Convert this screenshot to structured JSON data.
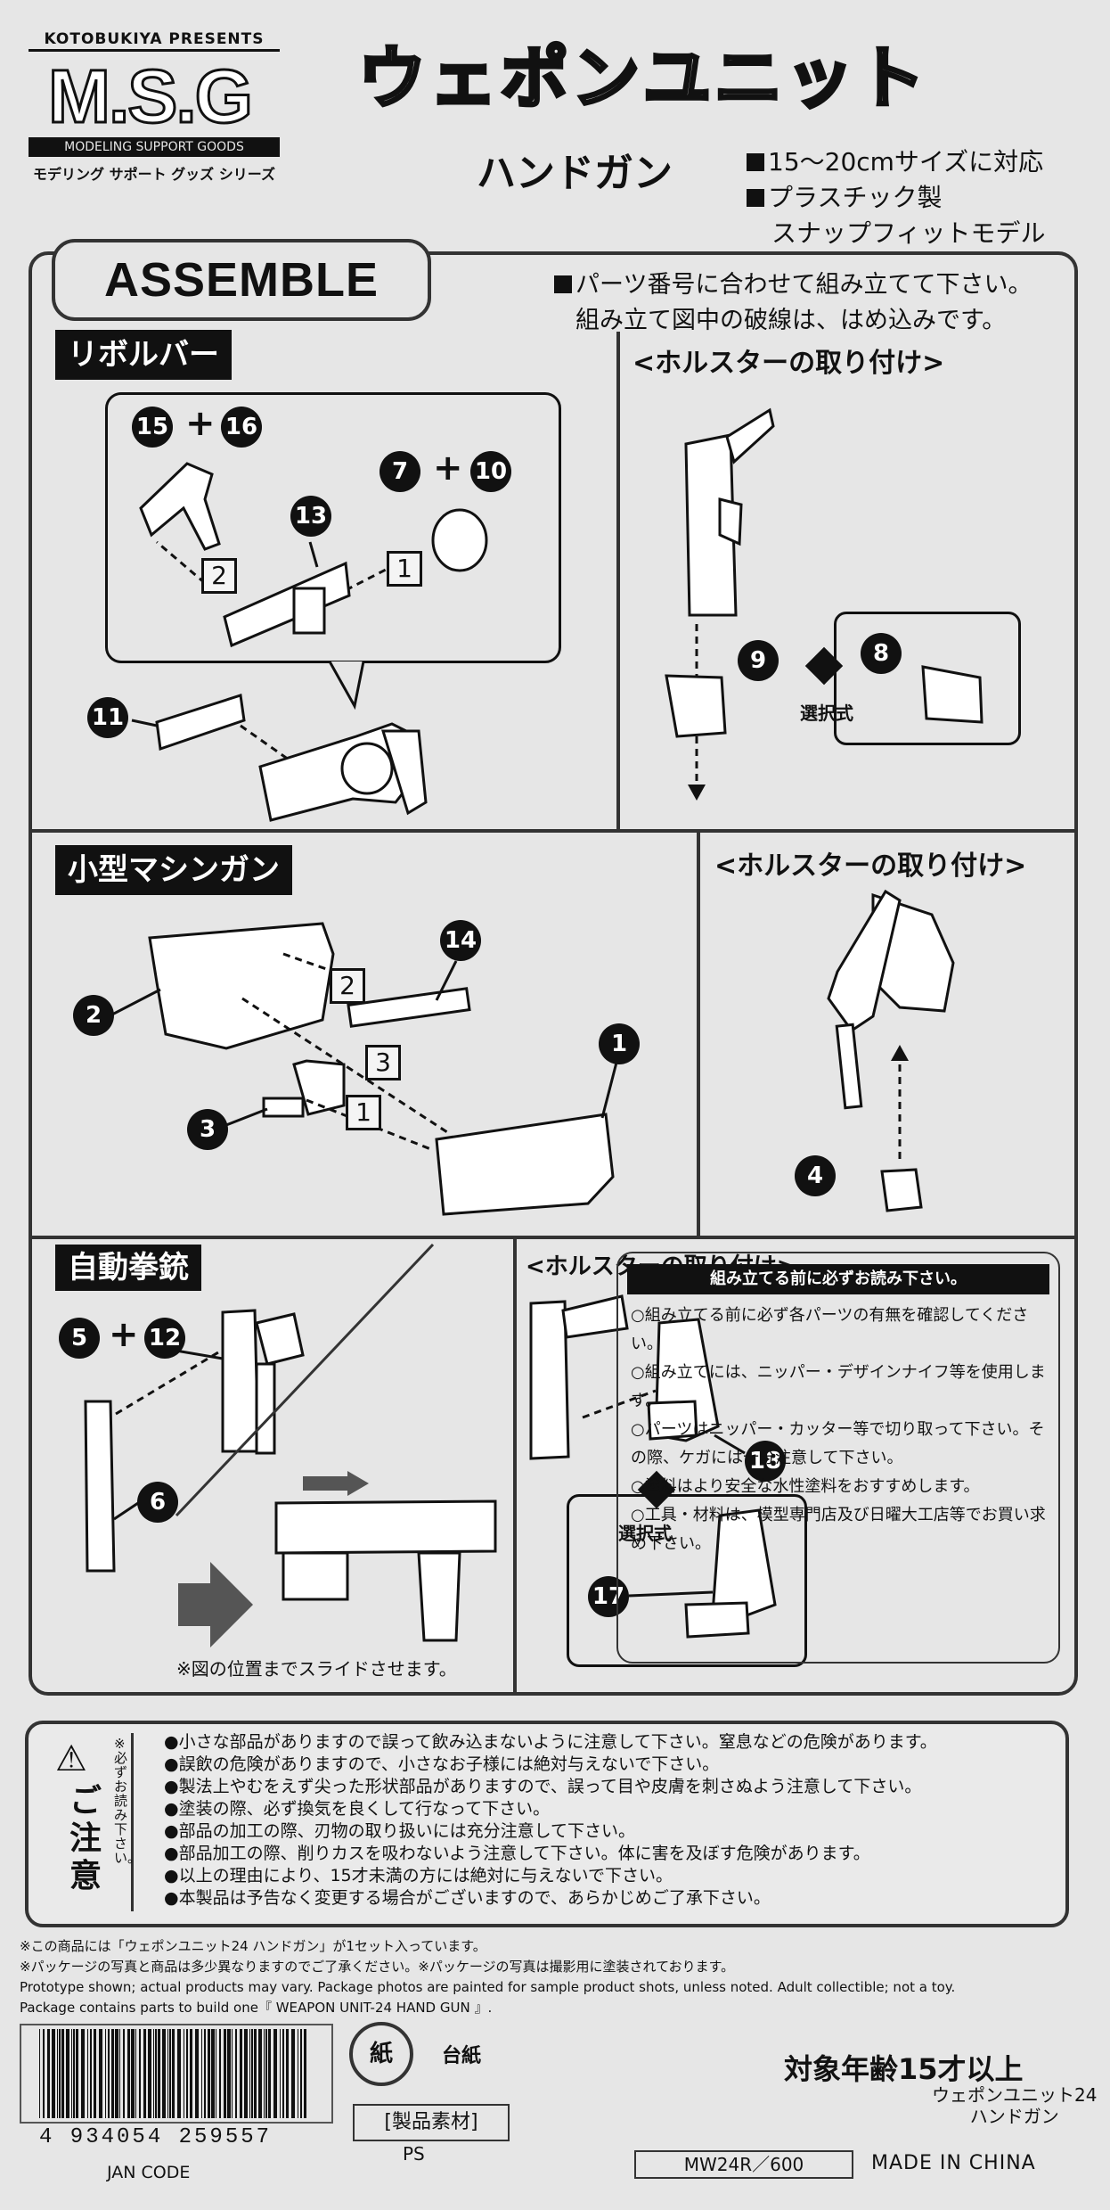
{
  "brand": {
    "presents": "KOTOBUKIYA PRESENTS",
    "logo": "M.S.G",
    "subtitle": "MODELING SUPPORT GOODS",
    "series_jp": "モデリング サポート グッズ シリーズ"
  },
  "product": {
    "title": "ウェポンユニット",
    "subtitle": "ハンドガン",
    "specs": [
      "15～20cmサイズに対応",
      "プラスチック製",
      "スナップフィットモデル"
    ]
  },
  "assemble": {
    "heading": "ASSEMBLE",
    "note_line1": "パーツ番号に合わせて組み立てて下さい。",
    "note_line2": "組み立て図中の破線は、はめ込みです。"
  },
  "sections": {
    "revolver": "リボルバー",
    "smg": "小型マシンガン",
    "auto_pistol": "自動拳銃",
    "holster": "<ホルスターの取り付け>",
    "select": "選択式"
  },
  "callouts": {
    "revolver": [
      "15",
      "16",
      "13",
      "7",
      "10",
      "11",
      "9",
      "8"
    ],
    "smg": [
      "2",
      "14",
      "1",
      "3",
      "4"
    ],
    "pistol": [
      "5",
      "12",
      "6",
      "18",
      "17"
    ],
    "steps": [
      "1",
      "2",
      "3"
    ]
  },
  "precaution": {
    "heading": "組み立てる前に必ずお読み下さい。",
    "items": [
      "組み立てる前に必ず各パーツの有無を確認してください。",
      "組み立てには、ニッパー・デザインナイフ等を使用します。",
      "パーツはニッパー・カッター等で切り取って下さい。その際、ケガには十分注意して下さい。",
      "塗料はより安全な水性塗料をおすすめします。",
      "工具・材料は、模型専門店及び日曜大工店等でお買い求め下さい。"
    ]
  },
  "slide_note": "※図の位置までスライドさせます。",
  "warning": {
    "title": "ご注意",
    "side_note": "※必ずお読み下さい。",
    "items": [
      "小さな部品がありますので誤って飲み込まないように注意して下さい。窒息などの危険があります。",
      "誤飲の危険がありますので、小さなお子様には絶対与えないで下さい。",
      "製法上やむをえず尖った形状部品がありますので、誤って目や皮膚を刺さぬよう注意して下さい。",
      "塗装の際、必ず換気を良くして行なって下さい。",
      "部品の加工の際、刃物の取り扱いには充分注意して下さい。",
      "部品加工の際、削りカスを吸わないよう注意して下さい。体に害を及ぼす危険があります。",
      "以上の理由により、15才未満の方には絶対に与えないで下さい。",
      "本製品は予告なく変更する場合がございますので、あらかじめご了承下さい。"
    ]
  },
  "footer_notes": [
    "※この商品には「ウェポンユニット24 ハンドガン」が1セット入っています。",
    "※パッケージの写真と商品は多少異なりますのでご了承ください。※パッケージの写真は撮影用に塗装されております。",
    "Prototype shown; actual products may vary.  Package photos are painted for sample product shots, unless noted.  Adult collectible; not a toy.",
    "Package contains parts to build one『 WEAPON UNIT-24 HAND GUN 』."
  ],
  "barcode": {
    "number": "4 934054 259557",
    "label": "JAN CODE"
  },
  "recycle": {
    "mark": "紙",
    "label": "台紙",
    "material_label": "[製品素材]",
    "material": "PS"
  },
  "age": "対象年齢15才以上",
  "product_name_small": [
    "ウェポンユニット24",
    "ハンドガン"
  ],
  "model_code": "MW24R／600",
  "made_in": "MADE IN CHINA"
}
